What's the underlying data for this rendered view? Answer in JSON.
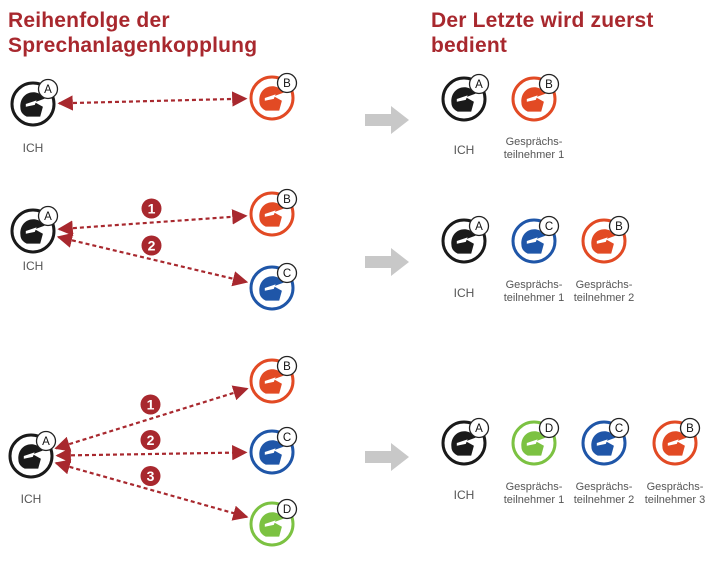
{
  "headings": {
    "left": "Reihenfolge der\nSprechanlagenkopplung",
    "right": "Der Letzte wird zuerst\nbedient"
  },
  "colors": {
    "heading": "#a8282e",
    "arrow": "#a8282e",
    "me": "#1a1a1a",
    "B": "#e24a24",
    "C": "#1f56a8",
    "D": "#7cc242",
    "transition_arrow": "#c8c8c8"
  },
  "me_label": "ICH",
  "participant_labels": [
    "Gesprächs-\nteilnehmer 1",
    "Gesprächs-\nteilnehmer 2",
    "Gesprächs-\nteilnehmer 3"
  ],
  "scenarios": [
    {
      "name": "pairing-one",
      "me": "A",
      "connections": [
        {
          "to": "B",
          "order": ""
        }
      ],
      "result": [
        "A",
        "B"
      ]
    },
    {
      "name": "pairing-two",
      "me": "A",
      "connections": [
        {
          "to": "B",
          "order": "1"
        },
        {
          "to": "C",
          "order": "2"
        }
      ],
      "result": [
        "A",
        "C",
        "B"
      ]
    },
    {
      "name": "pairing-three",
      "me": "A",
      "connections": [
        {
          "to": "B",
          "order": "1"
        },
        {
          "to": "C",
          "order": "2"
        },
        {
          "to": "D",
          "order": "3"
        }
      ],
      "result": [
        "A",
        "D",
        "C",
        "B"
      ]
    }
  ]
}
